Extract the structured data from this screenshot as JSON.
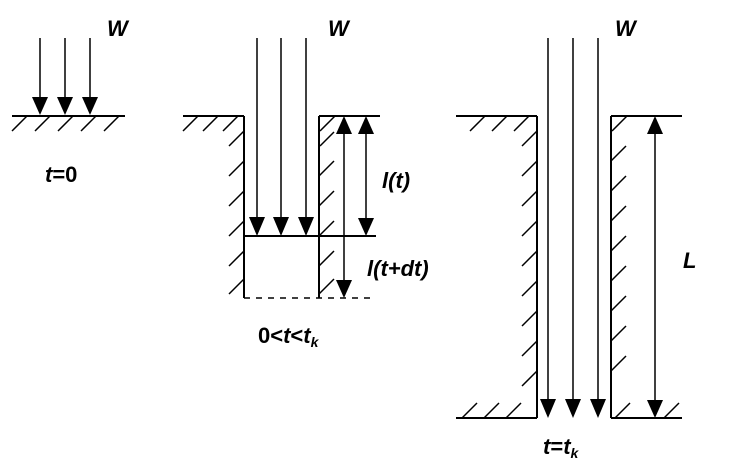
{
  "labels": {
    "w_left": "W",
    "w_middle": "W",
    "w_right": "W",
    "l_t": "l(t)",
    "l_t_dt": "l(t+dt)",
    "big_l": "L"
  },
  "captions": {
    "t0": {
      "t": "t",
      "rest": "=0"
    },
    "mid": {
      "lead": "0<",
      "t": "t",
      "lt": "<",
      "tk": "t",
      "k": "k"
    },
    "tk": {
      "t": "t",
      "eq": "=",
      "tk": "t",
      "k": "k"
    }
  }
}
